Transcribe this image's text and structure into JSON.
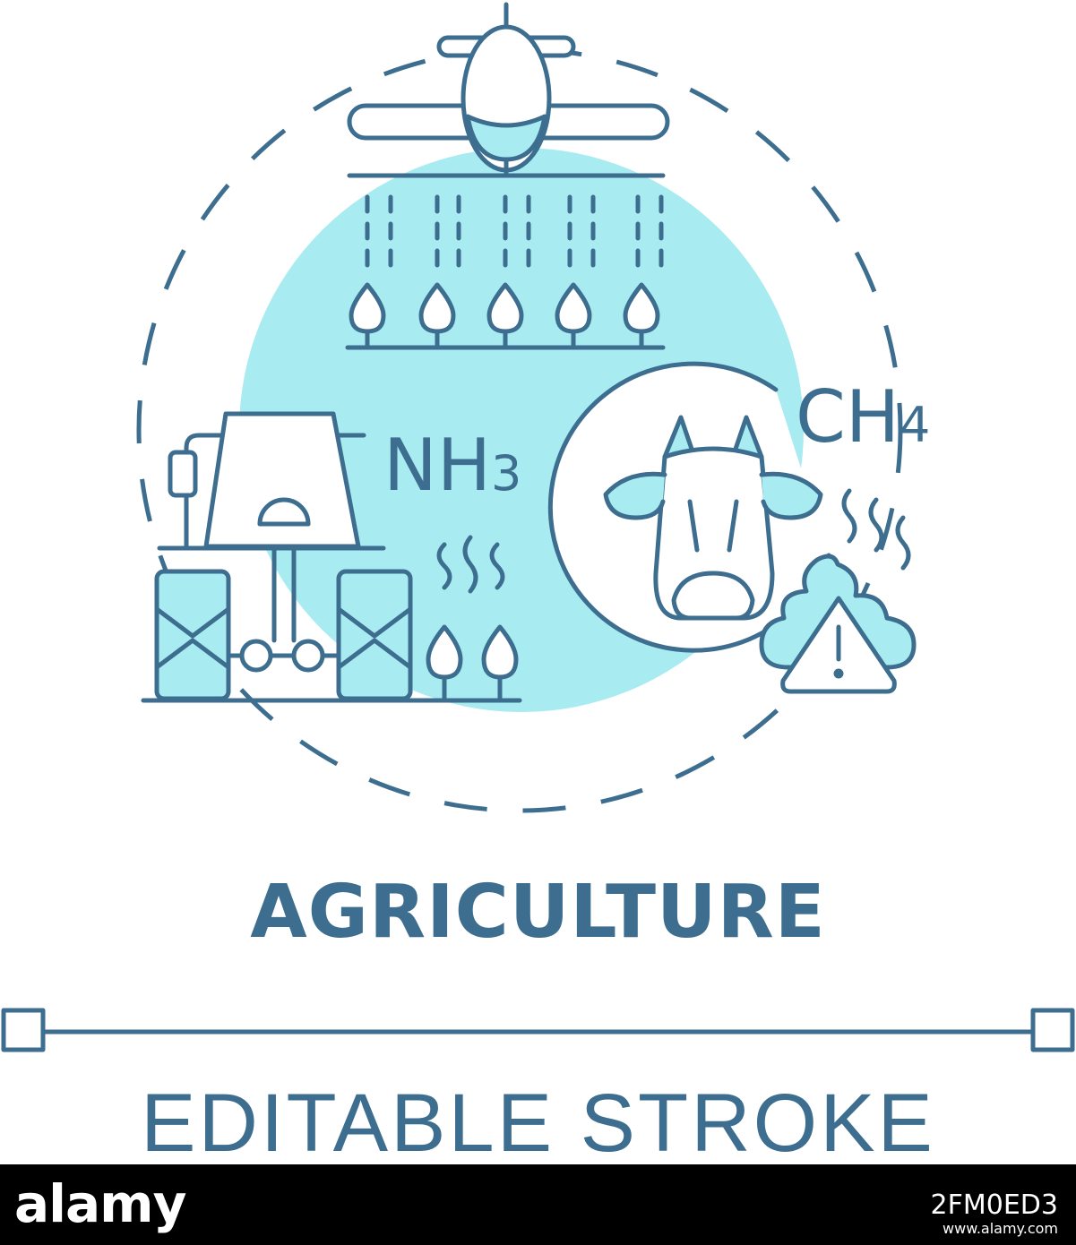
{
  "title": "AGRICULTURE",
  "subtitle": "EDITABLE STROKE",
  "labels": {
    "ammonia_main": "NH",
    "ammonia_sub": "3",
    "methane_main": "CH",
    "methane_sub": "4"
  },
  "watermark": {
    "brand": "alamy",
    "image_id": "2FM0ED3",
    "url": "www.alamy.com"
  },
  "colors": {
    "stroke": "#3d6e8f",
    "accent": "#a8ebf1",
    "background": "#ffffff"
  },
  "icons": [
    "airplane-icon",
    "tractor-icon",
    "cow-icon",
    "warning-icon",
    "manure-icon",
    "plant-icon"
  ]
}
